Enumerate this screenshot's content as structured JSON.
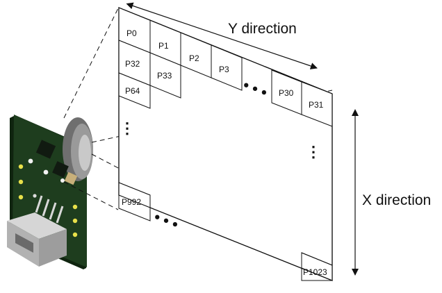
{
  "labels": {
    "y_direction": "Y direction",
    "x_direction": "X direction"
  },
  "pixels": {
    "p0": "P0",
    "p1": "P1",
    "p2": "P2",
    "p3": "P3",
    "p30": "P30",
    "p31": "P31",
    "p32": "P32",
    "p33": "P33",
    "p64": "P64",
    "p992": "P992",
    "p1023": "P1023"
  },
  "ellipsis": {
    "top_row": "• • •",
    "bottom_row": "• • •",
    "left_col": "⋮",
    "right_col": "⋮"
  },
  "colors": {
    "line": "#111111",
    "board": "#1e3d1e",
    "board_edge": "#0f240f",
    "lens": "#8a8a8a",
    "connector": "#b9b9b9",
    "led": "#e8e04a"
  }
}
